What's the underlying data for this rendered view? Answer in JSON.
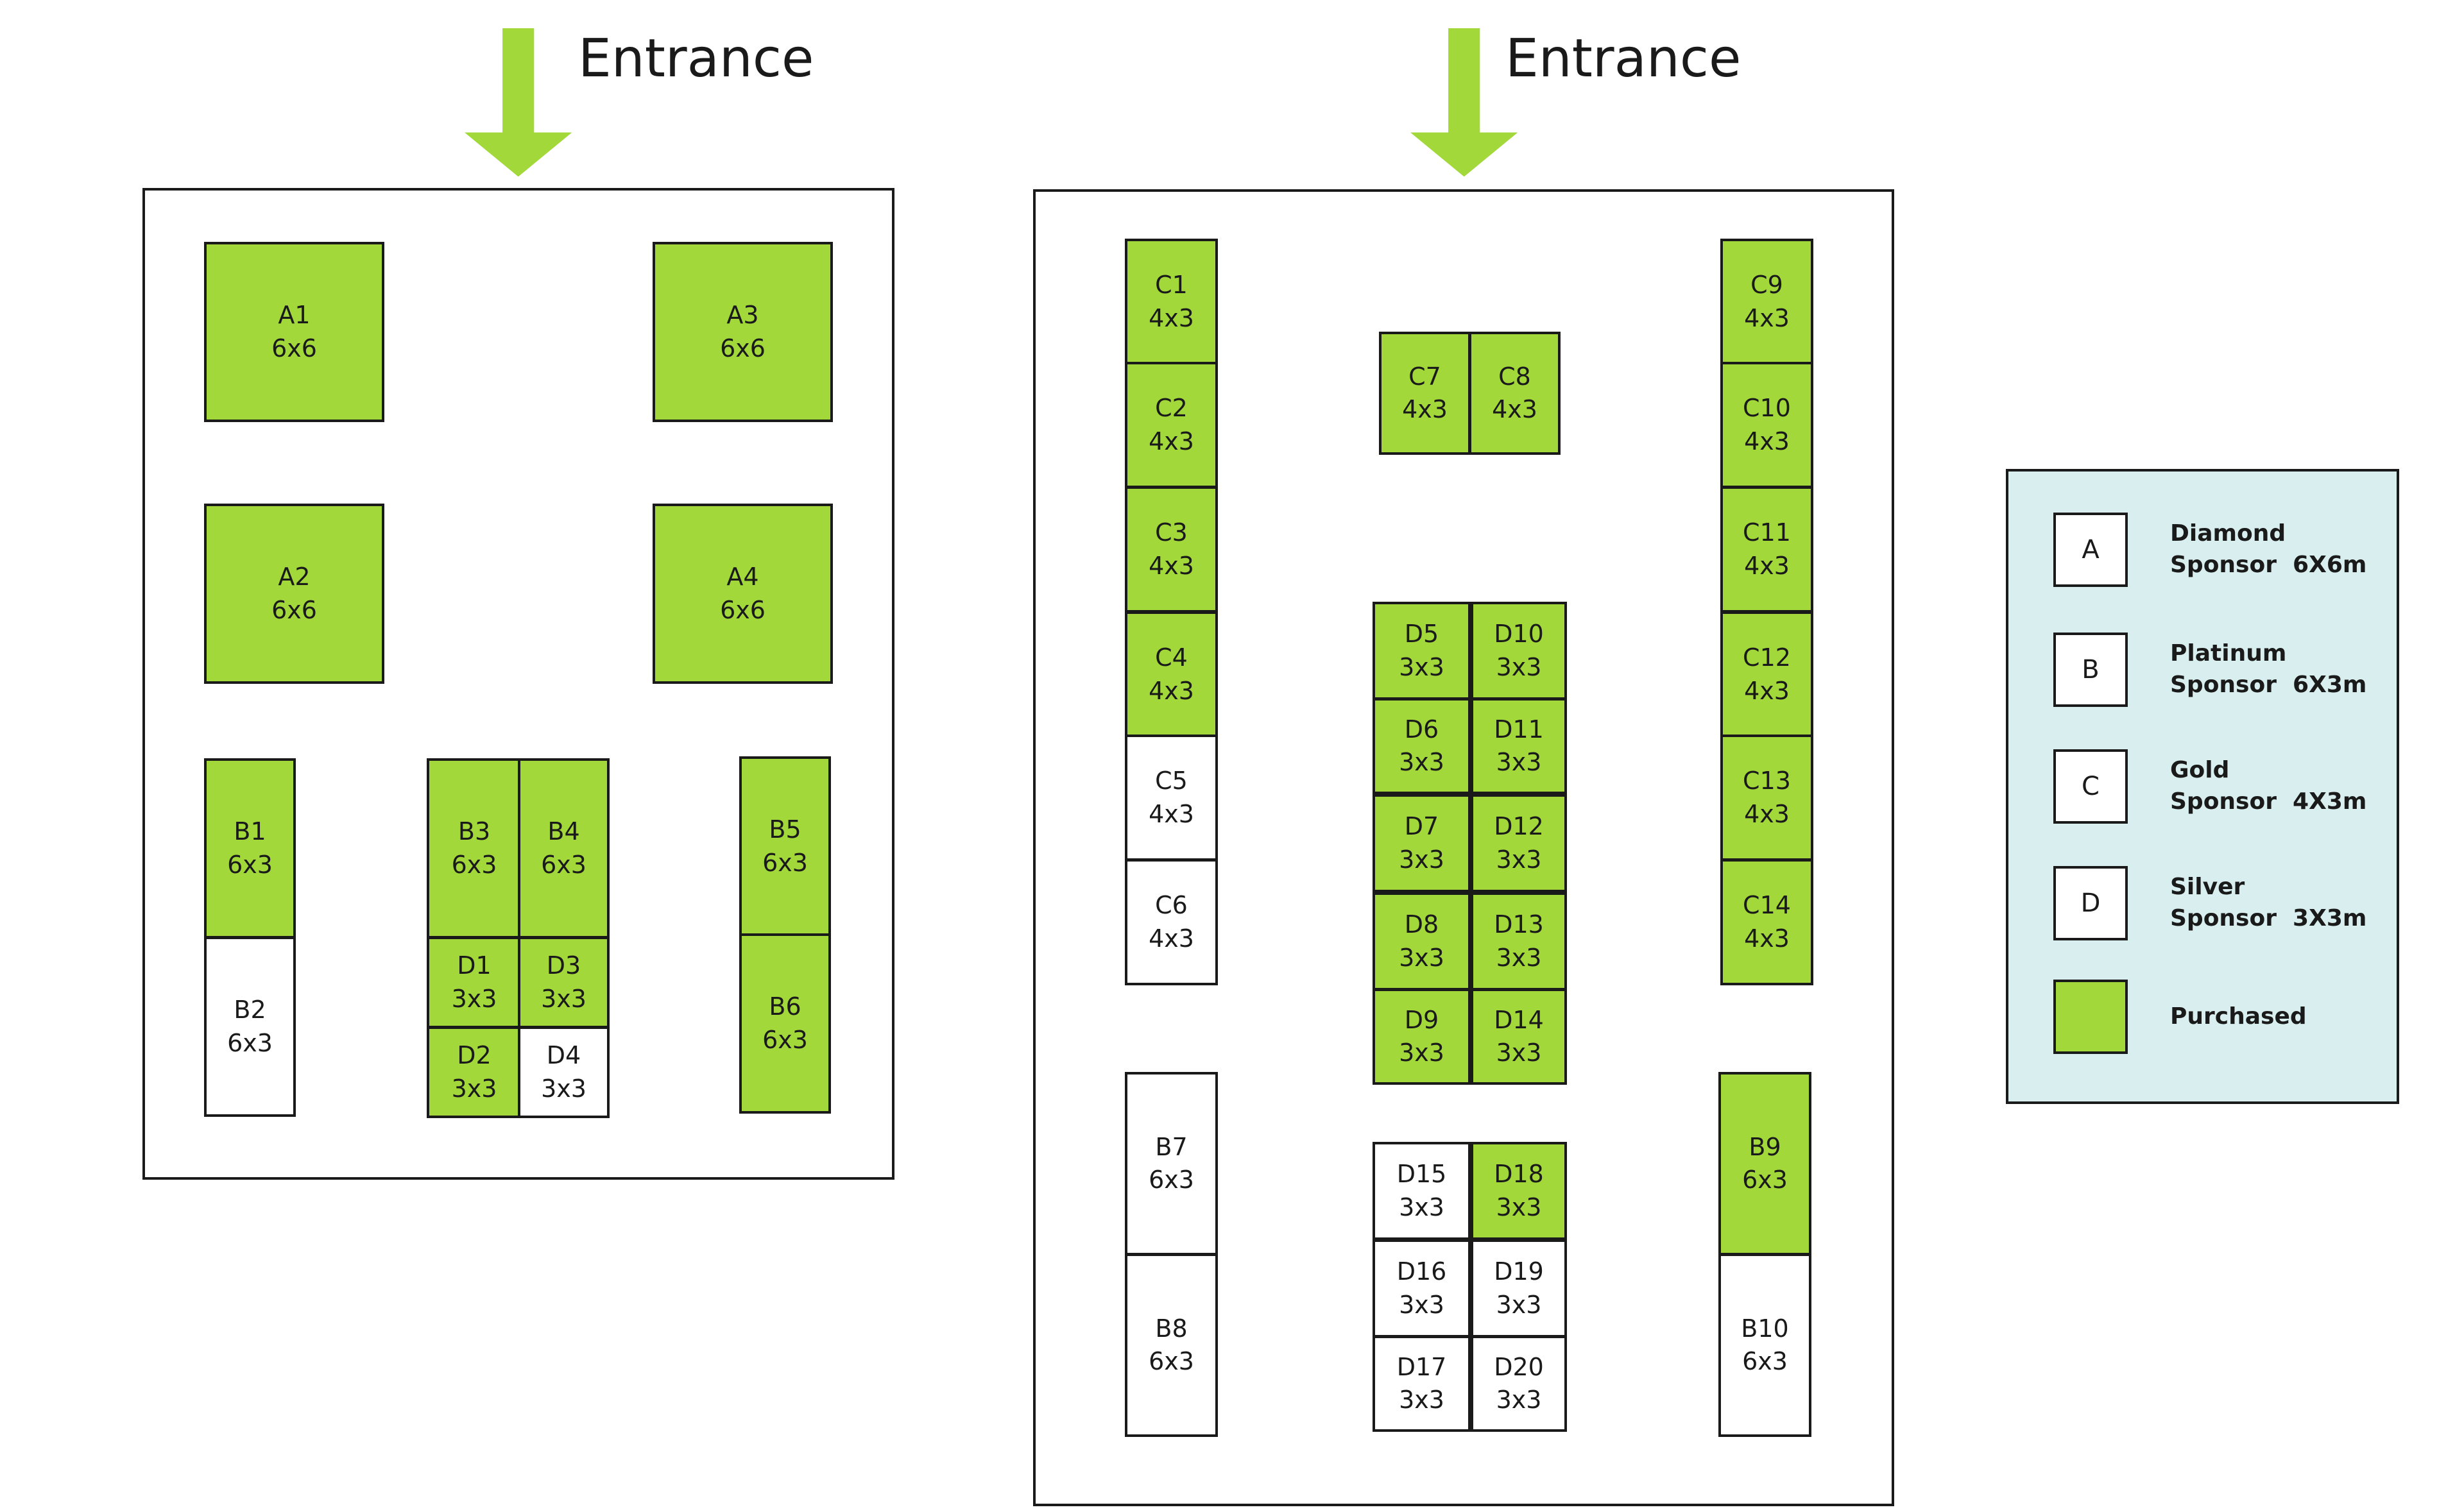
{
  "colors": {
    "purchased": "#a2d83a",
    "available": "#ffffff",
    "legend_bg": "#d9efef",
    "arrow": "#a2d83a"
  },
  "entrances": [
    {
      "label": "Entrance",
      "icon": "arrow-down-icon"
    },
    {
      "label": "Entrance",
      "icon": "arrow-down-icon"
    }
  ],
  "halls": [
    {
      "name": "hall-left",
      "booths": [
        {
          "id": "A1",
          "size": "6x6",
          "purchased": true
        },
        {
          "id": "A3",
          "size": "6x6",
          "purchased": true
        },
        {
          "id": "A2",
          "size": "6x6",
          "purchased": true
        },
        {
          "id": "A4",
          "size": "6x6",
          "purchased": true
        },
        {
          "id": "B1",
          "size": "6x3",
          "purchased": true
        },
        {
          "id": "B2",
          "size": "6x3",
          "purchased": false
        },
        {
          "id": "B3",
          "size": "6x3",
          "purchased": true
        },
        {
          "id": "B4",
          "size": "6x3",
          "purchased": true
        },
        {
          "id": "D1",
          "size": "3x3",
          "purchased": true
        },
        {
          "id": "D3",
          "size": "3x3",
          "purchased": true
        },
        {
          "id": "D2",
          "size": "3x3",
          "purchased": true
        },
        {
          "id": "D4",
          "size": "3x3",
          "purchased": false
        },
        {
          "id": "B5",
          "size": "6x3",
          "purchased": true
        },
        {
          "id": "B6",
          "size": "6x3",
          "purchased": true
        }
      ]
    },
    {
      "name": "hall-right",
      "booths": [
        {
          "id": "C1",
          "size": "4x3",
          "purchased": true
        },
        {
          "id": "C2",
          "size": "4x3",
          "purchased": true
        },
        {
          "id": "C3",
          "size": "4x3",
          "purchased": true
        },
        {
          "id": "C4",
          "size": "4x3",
          "purchased": true
        },
        {
          "id": "C5",
          "size": "4x3",
          "purchased": false
        },
        {
          "id": "C6",
          "size": "4x3",
          "purchased": false
        },
        {
          "id": "C7",
          "size": "4x3",
          "purchased": true
        },
        {
          "id": "C8",
          "size": "4x3",
          "purchased": true
        },
        {
          "id": "C9",
          "size": "4x3",
          "purchased": true
        },
        {
          "id": "C10",
          "size": "4x3",
          "purchased": true
        },
        {
          "id": "C11",
          "size": "4x3",
          "purchased": true
        },
        {
          "id": "C12",
          "size": "4x3",
          "purchased": true
        },
        {
          "id": "C13",
          "size": "4x3",
          "purchased": true
        },
        {
          "id": "C14",
          "size": "4x3",
          "purchased": true
        },
        {
          "id": "D5",
          "size": "3x3",
          "purchased": true
        },
        {
          "id": "D10",
          "size": "3x3",
          "purchased": true
        },
        {
          "id": "D6",
          "size": "3x3",
          "purchased": true
        },
        {
          "id": "D11",
          "size": "3x3",
          "purchased": true
        },
        {
          "id": "D7",
          "size": "3x3",
          "purchased": true
        },
        {
          "id": "D12",
          "size": "3x3",
          "purchased": true
        },
        {
          "id": "D8",
          "size": "3x3",
          "purchased": true
        },
        {
          "id": "D13",
          "size": "3x3",
          "purchased": true
        },
        {
          "id": "D9",
          "size": "3x3",
          "purchased": true
        },
        {
          "id": "D14",
          "size": "3x3",
          "purchased": true
        },
        {
          "id": "B7",
          "size": "6x3",
          "purchased": false
        },
        {
          "id": "B8",
          "size": "6x3",
          "purchased": false
        },
        {
          "id": "D15",
          "size": "3x3",
          "purchased": false
        },
        {
          "id": "D18",
          "size": "3x3",
          "purchased": true
        },
        {
          "id": "D16",
          "size": "3x3",
          "purchased": false
        },
        {
          "id": "D19",
          "size": "3x3",
          "purchased": false
        },
        {
          "id": "D17",
          "size": "3x3",
          "purchased": false
        },
        {
          "id": "D20",
          "size": "3x3",
          "purchased": false
        },
        {
          "id": "B9",
          "size": "6x3",
          "purchased": true
        },
        {
          "id": "B10",
          "size": "6x3",
          "purchased": false
        }
      ]
    }
  ],
  "legend": [
    {
      "key": "A",
      "text": "Diamond\nSponsor  6X6m",
      "purchased": false
    },
    {
      "key": "B",
      "text": "Platinum\nSponsor  6X3m",
      "purchased": false
    },
    {
      "key": "C",
      "text": "Gold\nSponsor  4X3m",
      "purchased": false
    },
    {
      "key": "D",
      "text": "Silver\nSponsor  3X3m",
      "purchased": false
    },
    {
      "key": "",
      "text": "Purchased",
      "purchased": true
    }
  ]
}
